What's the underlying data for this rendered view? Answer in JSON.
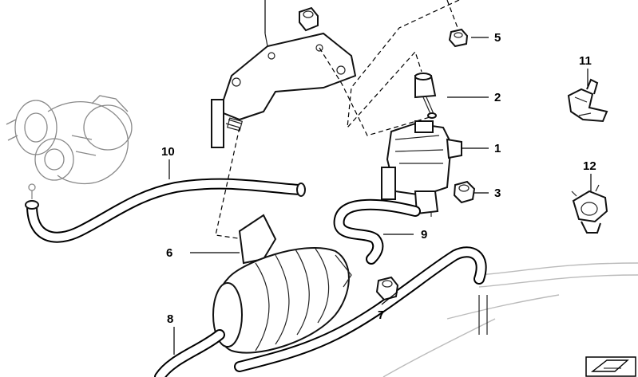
{
  "callouts": [
    {
      "id": "c1",
      "number": "1"
    },
    {
      "id": "c2",
      "number": "2"
    },
    {
      "id": "c3",
      "number": "3"
    },
    {
      "id": "c5",
      "number": "5"
    },
    {
      "id": "c6",
      "number": "6"
    },
    {
      "id": "c7",
      "number": "7"
    },
    {
      "id": "c8",
      "number": "8"
    },
    {
      "id": "c9",
      "number": "9"
    },
    {
      "id": "c10",
      "number": "10"
    },
    {
      "id": "c11",
      "number": "11"
    },
    {
      "id": "c12",
      "number": "12"
    }
  ],
  "icons": {
    "turbocharger": "turbocharger-icon",
    "bracket": "bracket-icon",
    "pressure_converter": "pressure-converter-icon",
    "vacuum_reservoir": "vacuum-reservoir-icon",
    "hose_clamp": "hose-clamp-icon",
    "hose_clip": "hose-clip-icon",
    "nut": "nut-icon",
    "filter": "filter-icon",
    "corner_mark": "corner-mark-icon"
  }
}
